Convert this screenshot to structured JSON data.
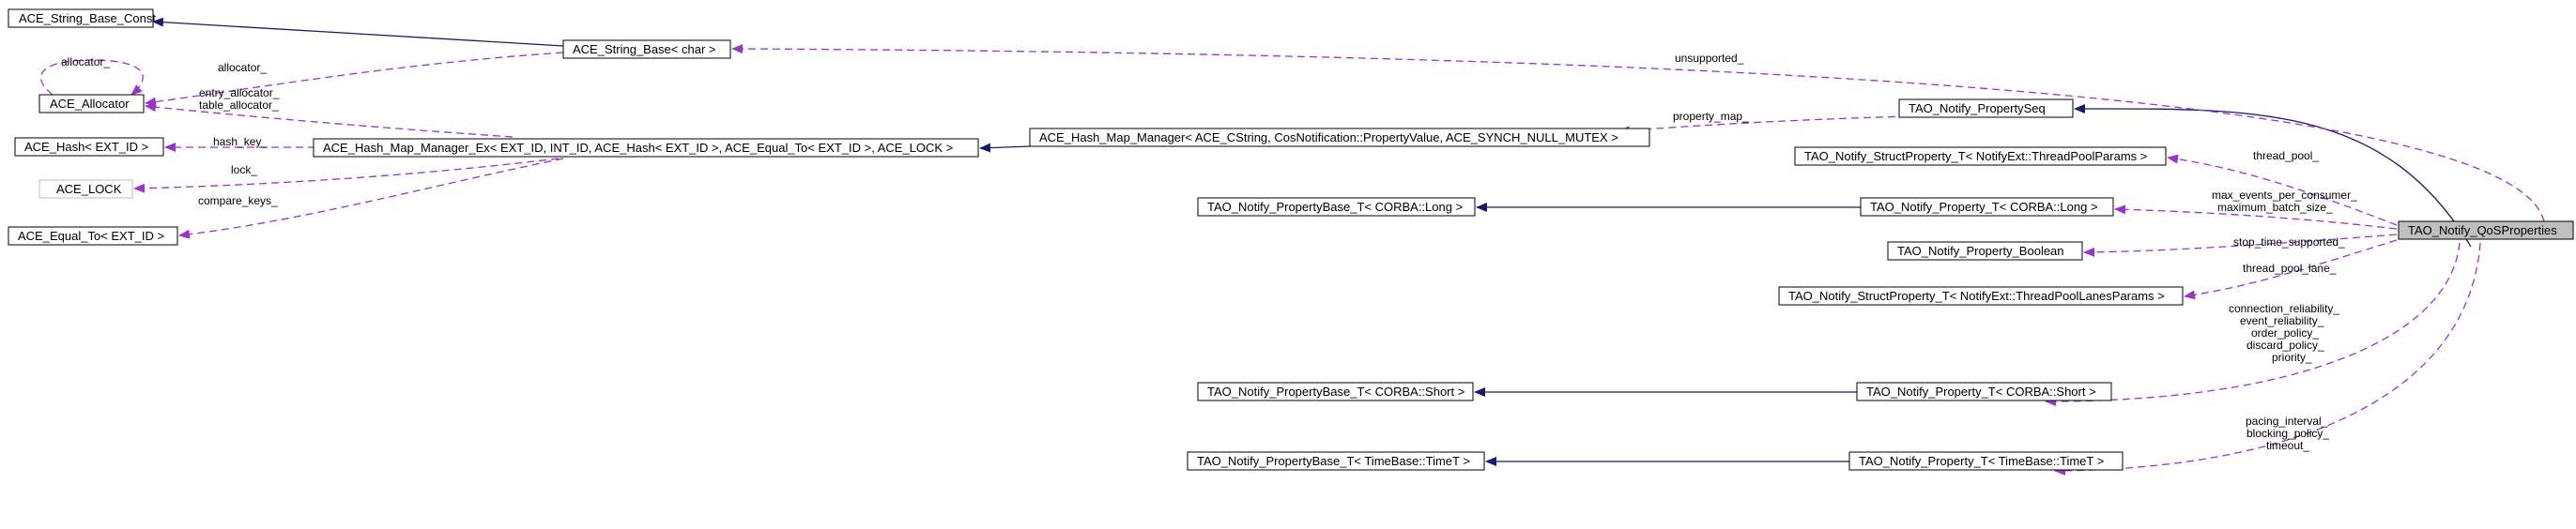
{
  "nodes": {
    "string_base_const": "ACE_String_Base_Const",
    "string_base_char": "ACE_String_Base< char >",
    "ace_allocator": "ACE_Allocator",
    "ace_hash_ext": "ACE_Hash< EXT_ID >",
    "ace_lock": "ACE_LOCK",
    "ace_equal_to_ext": "ACE_Equal_To< EXT_ID >",
    "hash_map_manager_ex": "ACE_Hash_Map_Manager_Ex< EXT_ID, INT_ID, ACE_Hash< EXT_ID >, ACE_Equal_To< EXT_ID >, ACE_LOCK >",
    "hash_map_manager": "ACE_Hash_Map_Manager< ACE_CString, CosNotification::PropertyValue, ACE_SYNCH_NULL_MUTEX >",
    "property_seq": "TAO_Notify_PropertySeq",
    "struct_prop_threadpool": "TAO_Notify_StructProperty_T< NotifyExt::ThreadPoolParams >",
    "propbase_long": "TAO_Notify_PropertyBase_T< CORBA::Long >",
    "prop_long": "TAO_Notify_Property_T< CORBA::Long >",
    "prop_boolean": "TAO_Notify_Property_Boolean",
    "struct_prop_lanes": "TAO_Notify_StructProperty_T< NotifyExt::ThreadPoolLanesParams >",
    "propbase_short": "TAO_Notify_PropertyBase_T< CORBA::Short >",
    "prop_short": "TAO_Notify_Property_T< CORBA::Short >",
    "propbase_timet": "TAO_Notify_PropertyBase_T< TimeBase::TimeT >",
    "prop_timet": "TAO_Notify_Property_T< TimeBase::TimeT >",
    "qos_properties": "TAO_Notify_QoSProperties"
  },
  "labels": {
    "allocator_self": "allocator_",
    "allocator": "allocator_",
    "unsupported": "unsupported_",
    "entry_allocator": "entry_allocator_",
    "table_allocator": "table_allocator_",
    "hash_key": "hash_key_",
    "lock": "lock_",
    "compare_keys": "compare_keys_",
    "property_map": "property_map_",
    "thread_pool": "thread_pool_",
    "max_events": "max_events_per_consumer_",
    "max_batch": "maximum_batch_size_",
    "stop_time": "stop_time_supported_",
    "thread_pool_lane": "thread_pool_lane_",
    "connection_reliability": "connection_reliability_",
    "event_reliability": "event_reliability_",
    "order_policy": "order_policy_",
    "discard_policy": "discard_policy_",
    "priority": "priority_",
    "pacing_interval": "pacing_interval_",
    "blocking_policy": "blocking_policy_",
    "timeout": "timeout_"
  },
  "colors": {
    "inheritance": "#191970",
    "usage": "#9a32cd",
    "focus_fill": "#bfbfbf",
    "missing_border": "#bfbfbf"
  }
}
